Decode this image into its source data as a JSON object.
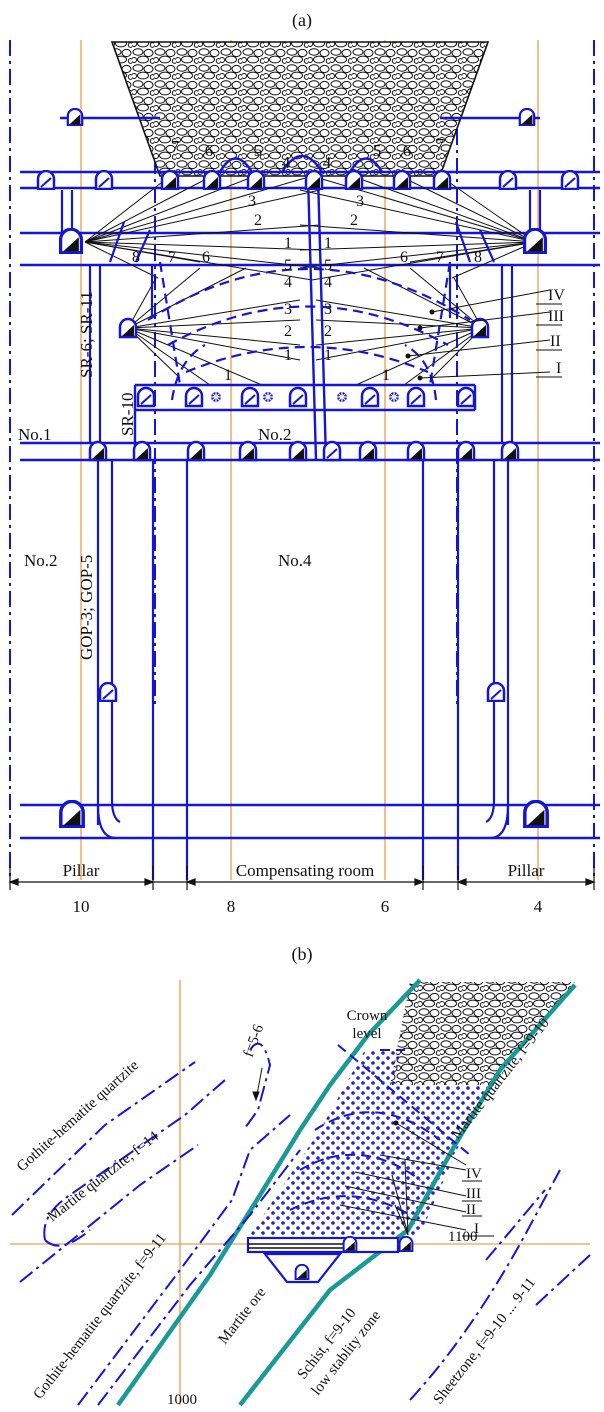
{
  "colors": {
    "blue": "#1515d6",
    "orange": "#e8892c",
    "teal": "#1a9a96",
    "black": "#111111",
    "white": "#ffffff"
  },
  "panel_a": {
    "label": "(a)",
    "hole_numbers_top_left": [
      "7",
      "6",
      "5",
      "4"
    ],
    "hole_numbers_top_right": [
      "4",
      "5",
      "6",
      "7"
    ],
    "fan_labels_upper_left": [
      "3",
      "2",
      "1",
      "5",
      "4"
    ],
    "fan_labels_upper_right": [
      "3",
      "2",
      "1",
      "5",
      "4"
    ],
    "fan_labels_lower_left": [
      "3",
      "2",
      "1",
      "1"
    ],
    "fan_labels_lower_right": [
      "3",
      "2",
      "1",
      "1"
    ],
    "side_numbers_left": [
      "8",
      "7",
      "6"
    ],
    "side_numbers_right": [
      "6",
      "7",
      "8"
    ],
    "zones": [
      "IV",
      "III",
      "II",
      "I"
    ],
    "raise_left": "SR-6; SR-11",
    "raise_mid": "SR-10",
    "raise_shaft": "GOP-3; GOP-5",
    "level_no1": "No.1",
    "level_no2_mid": "No.2",
    "chamber_no2": "No.2",
    "chamber_no4": "No.4",
    "pillar_left": "Pillar",
    "compensating": "Compensating room",
    "pillar_right": "Pillar",
    "axis_labels": [
      "10",
      "8",
      "6",
      "4"
    ]
  },
  "panel_b": {
    "label": "(b)",
    "crown_level": [
      "Crown",
      "level"
    ],
    "rock_gothite_hematite_top": "Gothite-hematite quartzite",
    "rock_martite_left": "Martite quartzite, f=14",
    "rock_f56": "f=5-6",
    "rock_gothite_hematite_bottom": "Gothite-hematite quartzite, f=9-11",
    "rock_martite_ore": "Martite ore",
    "rock_schist": [
      "Schist, f=9-10",
      "low stablity zone"
    ],
    "rock_martite_right": "Martite quartzite, f=9-10",
    "rock_sheetzone": "Sheetzone, f=9-10 ... 9-11",
    "zones": [
      "IV",
      "III",
      "II",
      "I"
    ],
    "elevation_1100": "1100",
    "elevation_1000": "1000"
  }
}
